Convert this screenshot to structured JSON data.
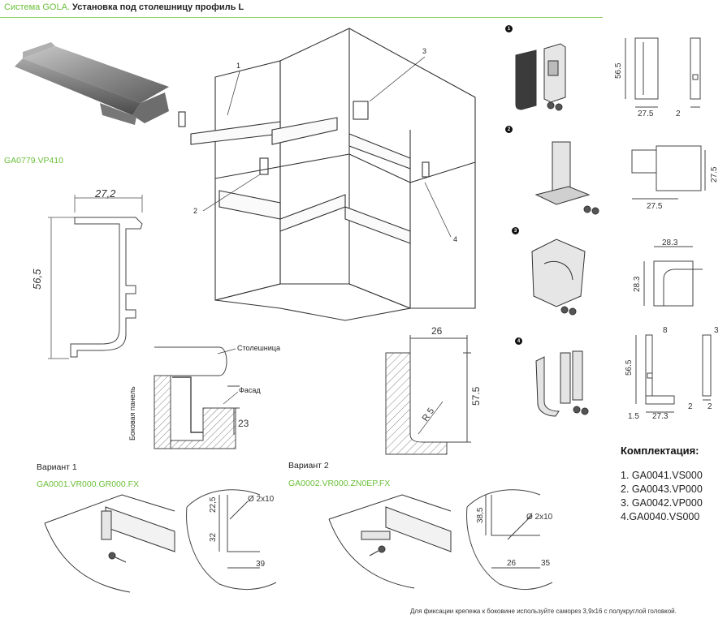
{
  "header": {
    "brand": "Система GOLA.",
    "title": "Установка под столешницу профиль L"
  },
  "profile": {
    "code": "GA0779.VP410",
    "dim_width": "27,2",
    "dim_height": "56,5"
  },
  "assembly": {
    "callouts": [
      "1",
      "2",
      "3",
      "4"
    ]
  },
  "section": {
    "label_countertop": "Столешница",
    "label_facade": "Фасад",
    "label_side_panel": "Боковая панель",
    "dim_23": "23"
  },
  "detail_corner": {
    "dim_26": "26",
    "dim_57_5": "57.5",
    "dim_r5": "R 5"
  },
  "parts": [
    {
      "badge": "1",
      "dims": [
        "56.5",
        "27.5",
        "2"
      ]
    },
    {
      "badge": "2",
      "dims": [
        "27.5",
        "27.5"
      ]
    },
    {
      "badge": "3",
      "dims": [
        "28.3",
        "28.3"
      ]
    },
    {
      "badge": "4",
      "dims": [
        "8",
        "3",
        "56.5",
        "2",
        "1.5",
        "27.3",
        "2"
      ]
    }
  ],
  "variant1": {
    "label": "Вариант 1",
    "code": "GA0001.VR000.GR000.FX",
    "dims": [
      "22,5",
      "Ø 2x10",
      "32",
      "39"
    ]
  },
  "variant2": {
    "label": "Вариант 2",
    "code": "GA0002.VR000.ZN0EP.FX",
    "dims": [
      "38,5",
      "Ø 2x10",
      "26",
      "35"
    ]
  },
  "kit": {
    "title": "Комплектация:",
    "items": [
      "1. GA0041.VS000",
      "2. GA0043.VP000",
      "3. GA0042.VP000",
      "4.GA0040.VS000"
    ]
  },
  "note": "Для фиксации крепежа к боковине используйте саморез 3,9x16 с полукруглой головкой."
}
